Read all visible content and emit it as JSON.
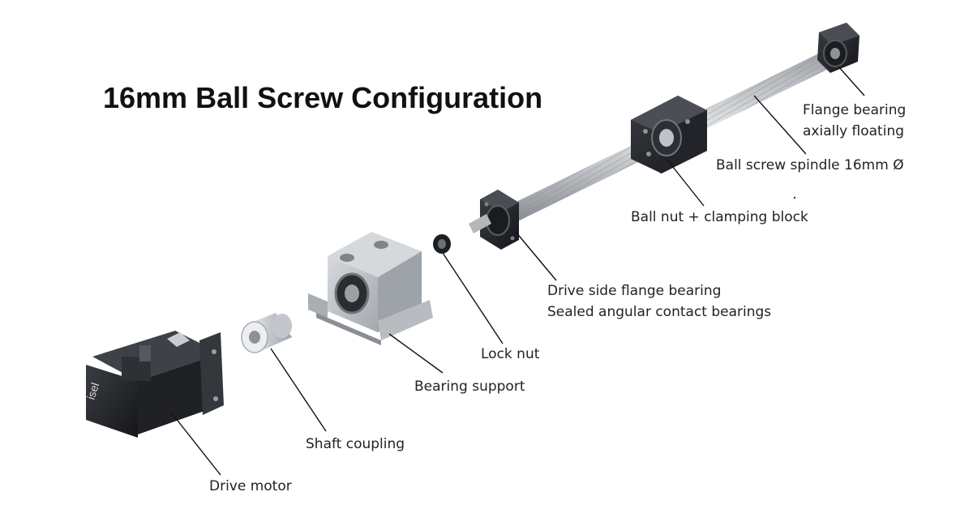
{
  "title": "16mm Ball Screw Configuration",
  "motor_brand": "isel",
  "labels": {
    "flange_bearing_line1": "Flange bearing",
    "flange_bearing_line2": "axially floating",
    "ball_screw_spindle": "Ball screw spindle 16mm Ø",
    "ball_nut": "Ball nut + clamping block",
    "drive_side_line1": "Drive side flange bearing",
    "drive_side_line2": "Sealed angular contact bearings",
    "lock_nut": "Lock nut",
    "bearing_support": "Bearing support",
    "shaft_coupling": "Shaft coupling",
    "drive_motor": "Drive motor"
  },
  "colors": {
    "background": "#ffffff",
    "text": "#222222",
    "metal_dark": "#2a2c30",
    "metal_light": "#c9cdd2",
    "aluminium": "#b8bcc2"
  }
}
